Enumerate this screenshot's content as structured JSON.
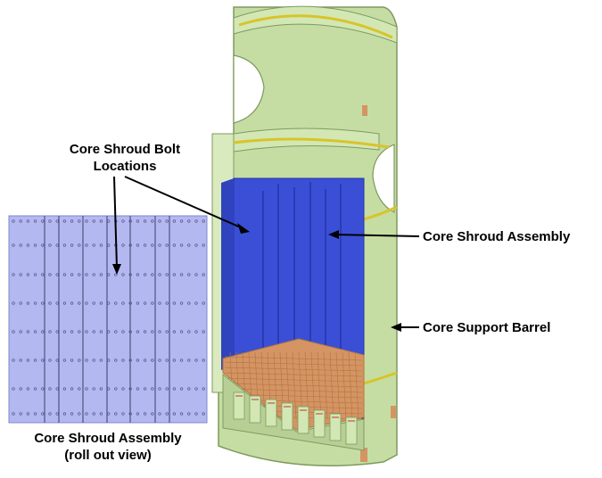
{
  "labels": {
    "bolt_line1": "Core Shroud Bolt",
    "bolt_line2": "Locations",
    "shroud_assembly": "Core Shroud Assembly",
    "support_barrel": "Core Support Barrel",
    "rollout_line1": "Core Shroud Assembly",
    "rollout_line2": "(roll out view)"
  },
  "colors": {
    "barrel_green": "#c5dda3",
    "barrel_outline": "#7e9a5f",
    "barrel_ring": "#d8c42a",
    "shroud_blue": "#3a4fd6",
    "shroud_blue_dark": "#2435a8",
    "core_plate": "#d59463",
    "rollout_panel": "#b3b9f0",
    "bolt_marker": "#ff6a00"
  }
}
